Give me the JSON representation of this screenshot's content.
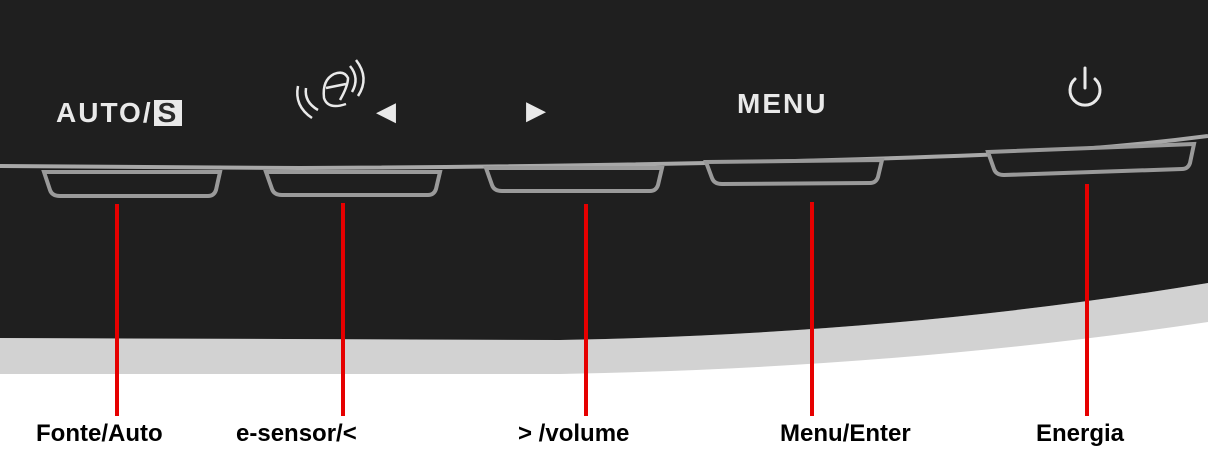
{
  "panel": {
    "auto_label": "AUTO/",
    "s_label": "S",
    "menu_label": "MENU",
    "icons": {
      "e_sensor": "e-sensor-icon",
      "left": "left-arrow-icon",
      "right": "right-arrow-icon",
      "power": "power-icon"
    }
  },
  "callouts": [
    {
      "label": "Fonte/Auto"
    },
    {
      "label": "e-sensor/<"
    },
    {
      "label": "> /volume"
    },
    {
      "label": "Menu/Enter"
    },
    {
      "label": "Energia"
    }
  ],
  "colors": {
    "bezel": "#1f1f1f",
    "button": "#9a9a9a",
    "leader": "#e60000",
    "panel_text": "#e9e9e9"
  }
}
